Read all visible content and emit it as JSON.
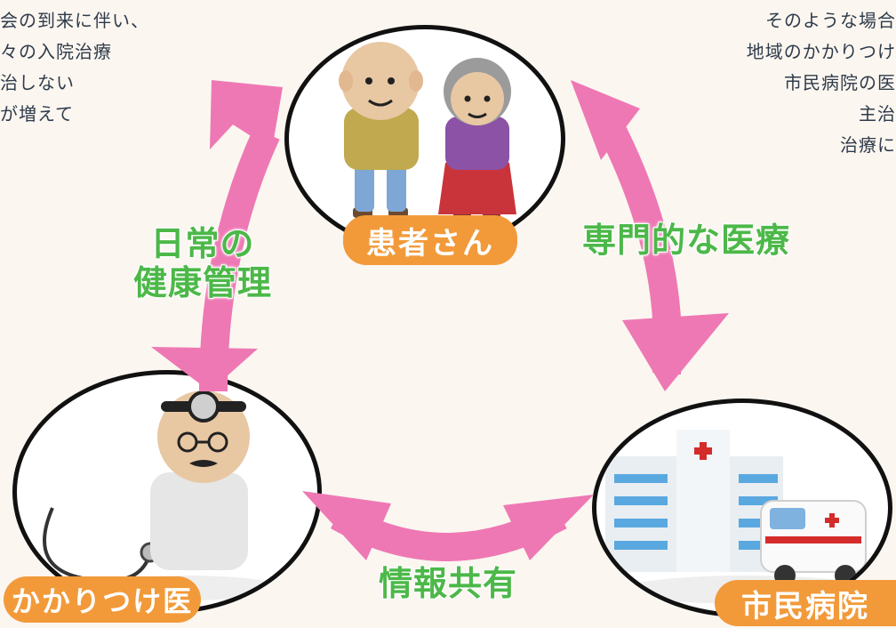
{
  "left_text": [
    "会の到来に伴い、",
    "々の入院治療",
    "治しない",
    "が増えて"
  ],
  "right_text": [
    "そのような場合",
    "地域のかかりつけ",
    "市民病院の医",
    "主治",
    "治療に"
  ],
  "nodes": {
    "patient": "患者さん",
    "doctor": "かかりつけ医",
    "hospital": "市民病院"
  },
  "edges": {
    "daily_health": [
      "日常の",
      "健康管理"
    ],
    "specialized_care": "専門的な医療",
    "info_sharing": "情報共有"
  },
  "colors": {
    "arrow": "#ee78b4",
    "label_pill": "#f29a3a",
    "edge_label": "#4cb848",
    "circle_border": "#111111"
  }
}
